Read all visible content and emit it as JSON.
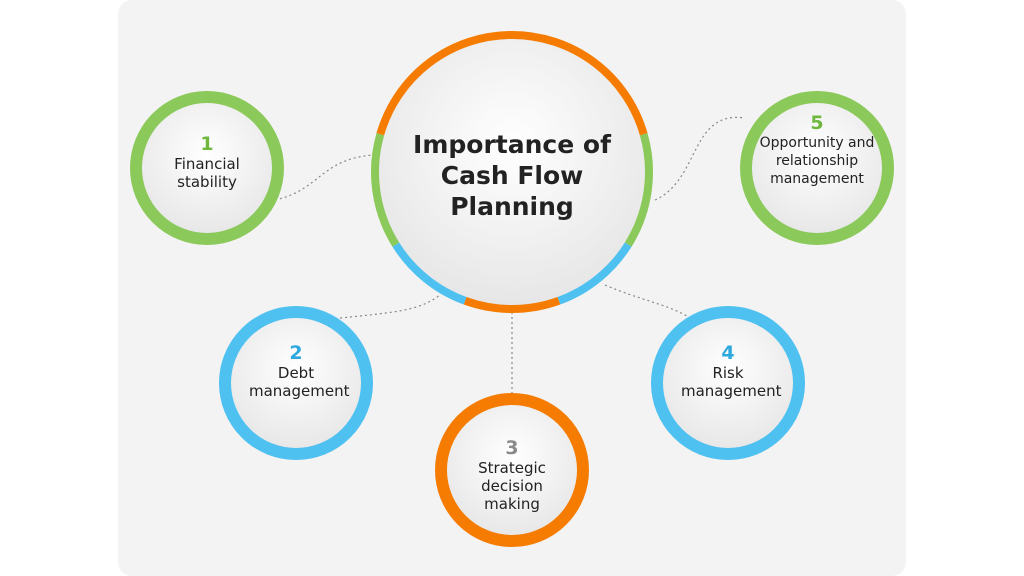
{
  "title": "Importance of Cash Flow Planning",
  "colors": {
    "orange": "#f57c00",
    "green": "#8bc95a",
    "blue": "#4fc1f0",
    "gray": "#8a8a8a"
  },
  "nodes": [
    {
      "number": "1",
      "label": "Financial stability",
      "color": "#8bc95a",
      "number_color": "#6fb83e"
    },
    {
      "number": "2",
      "label": "Debt management",
      "color": "#4fc1f0",
      "number_color": "#2ea9e0"
    },
    {
      "number": "3",
      "label": "Strategic decision making",
      "color": "#f57c00",
      "number_color": "#8a8a8a"
    },
    {
      "number": "4",
      "label": "Risk management",
      "color": "#4fc1f0",
      "number_color": "#2ea9e0"
    },
    {
      "number": "5",
      "label": "Opportunity and relationship management",
      "color": "#8bc95a",
      "number_color": "#6fb83e"
    }
  ]
}
